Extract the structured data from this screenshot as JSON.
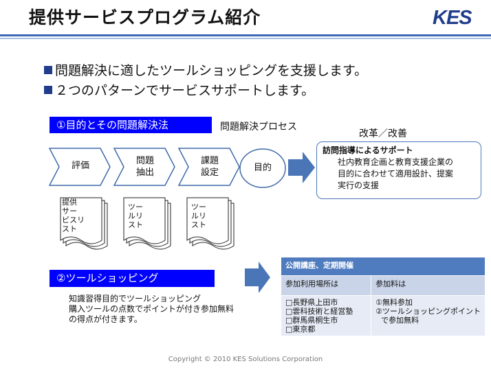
{
  "header": {
    "title": "提供サービスプログラム紹介",
    "logo_text": "KES"
  },
  "bullets": [
    "問題解決に適したツールショッピングを支援します。",
    "２つのパターンでサービスサポートします。"
  ],
  "section1": {
    "heading": "①目的とその問題解決法",
    "process_label": "問題解決プロセス",
    "steps": [
      {
        "label_line1": "評価",
        "label_line2": ""
      },
      {
        "label_line1": "問題",
        "label_line2": "抽出"
      },
      {
        "label_line1": "課題",
        "label_line2": "設定"
      }
    ],
    "goal_label": "目的",
    "docs": [
      {
        "lines": [
          "提供",
          "サー",
          "ビスリ",
          "スト"
        ]
      },
      {
        "lines": [
          "ツー",
          "ルリ",
          "スト"
        ]
      },
      {
        "lines": [
          "ツー",
          "ルリ",
          "スト"
        ]
      }
    ],
    "improvement_label": "改革／改善",
    "visit": {
      "heading": "訪問指導によるサポート",
      "lines": [
        "社内教育企画と教育支援企業の",
        "目的に合わせて適用設計、提案",
        "実行の支援"
      ]
    }
  },
  "section2": {
    "heading": "②ツールショッピング",
    "description": [
      "知識習得目的でツールショッピング",
      "購入ツールの点数でポイントが付き参加無料",
      "の得点が付きます。"
    ],
    "table": {
      "title": "公開講座、定期開催",
      "col1_header": "参加利用場所は",
      "col2_header": "参加料は",
      "locations": [
        "□長野県上田市",
        "□雲科技術と経営塾",
        "□群馬県桐生市",
        "□東京都"
      ],
      "fees": [
        "①無料参加",
        "②ツールショッピングポイント",
        "で参加無料"
      ]
    }
  },
  "footer": {
    "copyright": "Copyright  © 2010 KES Solutions Corporation"
  },
  "colors": {
    "accent": "#1f3d8a",
    "bar_blue": "#0000ff",
    "table_header": "#4f7bbf",
    "arrow_blue": "#4a76b8"
  }
}
